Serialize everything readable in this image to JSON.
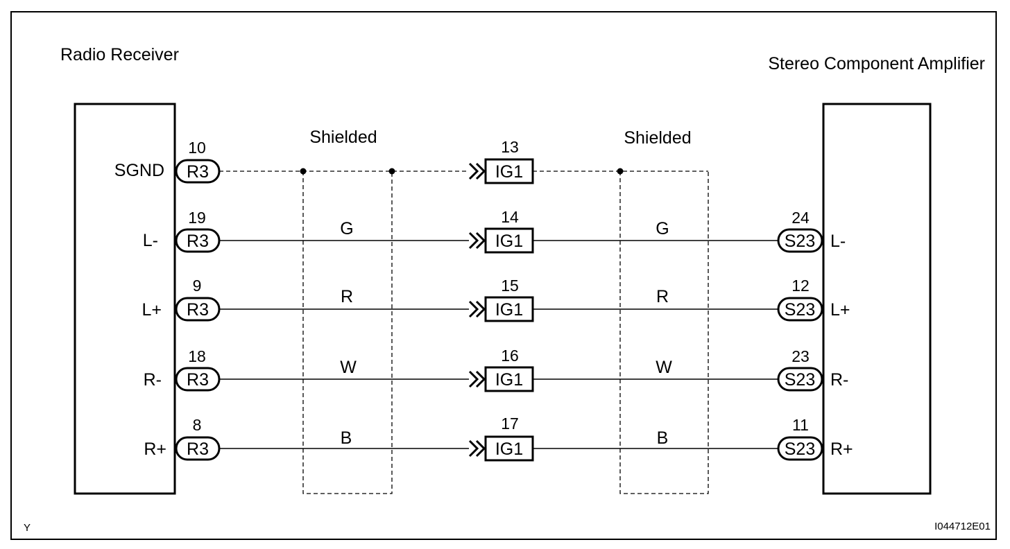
{
  "left_component": {
    "title": "Radio Receiver"
  },
  "right_component": {
    "title": "Stereo Component Amplifier"
  },
  "shield_labels": [
    "Shielded",
    "Shielded"
  ],
  "rows": [
    {
      "signal": "SGND",
      "left_pin": "10",
      "left_connector": "R3",
      "mid_pin": "13",
      "mid_connector": "IG1",
      "wire_left": "",
      "wire_right": "",
      "right_pin": "",
      "right_connector": "",
      "right_signal": "",
      "dashed": true
    },
    {
      "signal": "L-",
      "left_pin": "19",
      "left_connector": "R3",
      "mid_pin": "14",
      "mid_connector": "IG1",
      "wire_left": "G",
      "wire_right": "G",
      "right_pin": "24",
      "right_connector": "S23",
      "right_signal": "L-",
      "dashed": false
    },
    {
      "signal": "L+",
      "left_pin": "9",
      "left_connector": "R3",
      "mid_pin": "15",
      "mid_connector": "IG1",
      "wire_left": "R",
      "wire_right": "R",
      "right_pin": "12",
      "right_connector": "S23",
      "right_signal": "L+",
      "dashed": false
    },
    {
      "signal": "R-",
      "left_pin": "18",
      "left_connector": "R3",
      "mid_pin": "16",
      "mid_connector": "IG1",
      "wire_left": "W",
      "wire_right": "W",
      "right_pin": "23",
      "right_connector": "S23",
      "right_signal": "R-",
      "dashed": false
    },
    {
      "signal": "R+",
      "left_pin": "8",
      "left_connector": "R3",
      "mid_pin": "17",
      "mid_connector": "IG1",
      "wire_left": "B",
      "wire_right": "B",
      "right_pin": "11",
      "right_connector": "S23",
      "right_signal": "R+",
      "dashed": false
    }
  ],
  "footer": {
    "left_code": "Y",
    "right_code": "I044712E01"
  }
}
